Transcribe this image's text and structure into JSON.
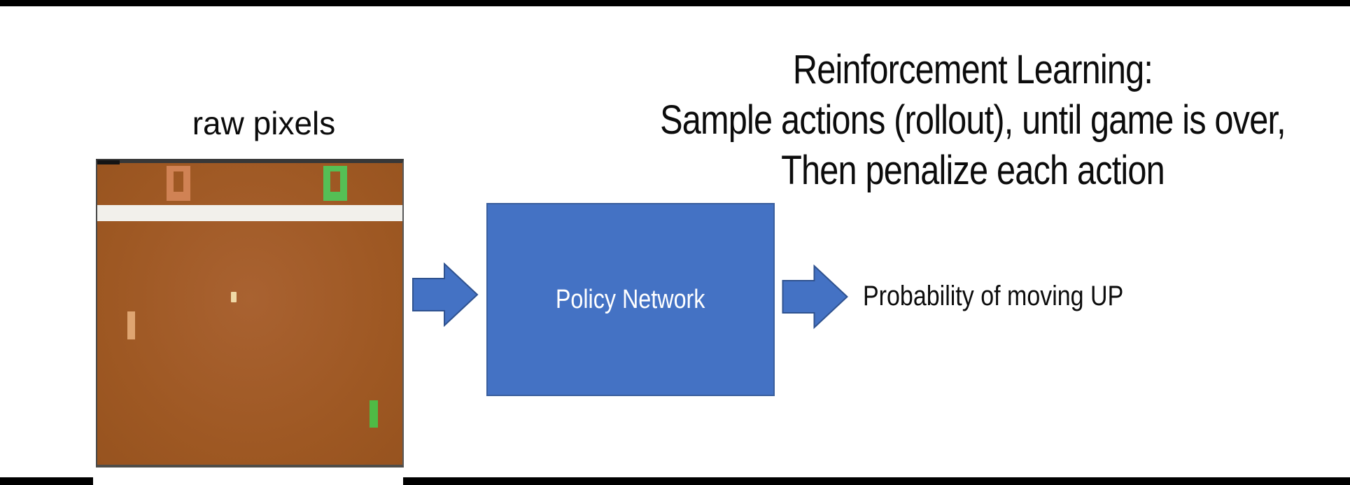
{
  "slide": {
    "title_lines": [
      "Reinforcement Learning:",
      "Sample actions (rollout), until game is over,",
      "Then penalize each action"
    ],
    "raw_pixels_label": "raw pixels",
    "policy_box": {
      "label": "Policy Network",
      "fill_color": "#4472C4",
      "border_color": "#3A5F9E",
      "text_color": "#FFFFFF"
    },
    "output_label": "Probability of moving UP",
    "arrow": {
      "fill_color": "#4472C4",
      "stroke_color": "#2F528F",
      "direction": "right"
    },
    "frame_bar_color": "#000000"
  },
  "game_screen": {
    "description": "Atari Pong frame",
    "background_color": "#9E5823",
    "top_border_color": "#383838",
    "score_left": {
      "value": "0",
      "color": "#D08254"
    },
    "score_right": {
      "value": "0",
      "color": "#55BF55"
    },
    "divider_color": "#F2F0EB",
    "ball_color": "#F0D9A6",
    "left_paddle_color": "#DFA571",
    "right_paddle_color": "#4FBB45"
  }
}
